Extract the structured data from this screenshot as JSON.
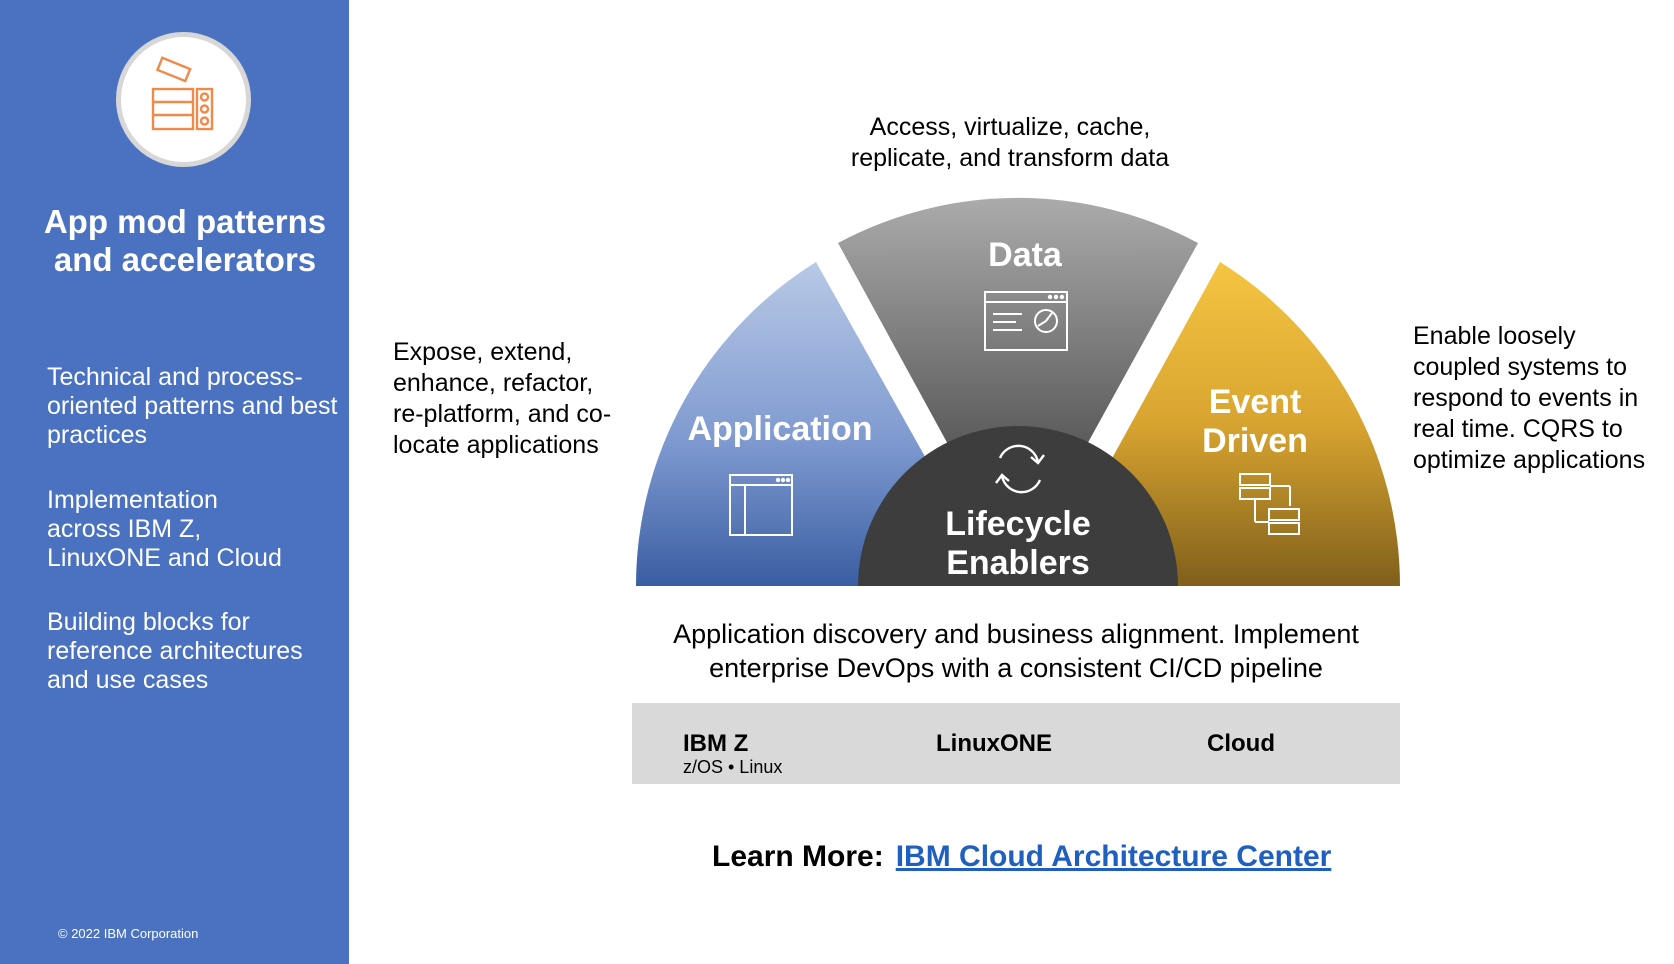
{
  "sidebar": {
    "title_line1": "App mod patterns",
    "title_line2": "and accelerators",
    "bullets": [
      "Technical and process-oriented patterns and best practices",
      "Implementation across IBM Z, LinuxONE and Cloud",
      "Building blocks for reference architectures and use cases"
    ],
    "copyright": "© 2022 IBM Corporation",
    "icon": "app-modernization-icon"
  },
  "callouts": {
    "data": [
      "Access, virtualize, cache,",
      "replicate, and transform data"
    ],
    "application": [
      "Expose, extend,",
      "enhance, refactor,",
      "re-platform, and co-",
      "locate applications"
    ],
    "event": [
      "Enable loosely",
      "coupled systems to",
      "respond to events in",
      "real time. CQRS to",
      "optimize applications"
    ],
    "lifecycle": [
      "Application discovery and business alignment. Implement",
      "enterprise DevOps with a consistent CI/CD pipeline"
    ]
  },
  "segments": {
    "application": "Application",
    "data": "Data",
    "event_line1": "Event",
    "event_line2": "Driven",
    "lifecycle_line1": "Lifecycle",
    "lifecycle_line2": "Enablers"
  },
  "icons": {
    "application": "window-icon",
    "data": "dashboard-window-icon",
    "event": "servers-flow-icon",
    "lifecycle": "refresh-cycle-icon"
  },
  "platforms": {
    "ibmz": "IBM Z",
    "ibmz_sub": "z/OS •  Linux",
    "linuxone": "LinuxONE",
    "cloud": "Cloud"
  },
  "learn_more": {
    "label": "Learn More:",
    "link": "IBM Cloud Architecture Center"
  },
  "colors": {
    "sidebar": "#4a72c0",
    "application_top": "#b5c6e4",
    "application_bottom": "#3c5fa3",
    "data_top": "#a8a8a8",
    "data_bottom": "#5c5c5c",
    "event_top": "#f3c243",
    "event_bottom": "#86651c",
    "lifecycle": "#3c3c3c",
    "link": "#1f5fc0"
  }
}
